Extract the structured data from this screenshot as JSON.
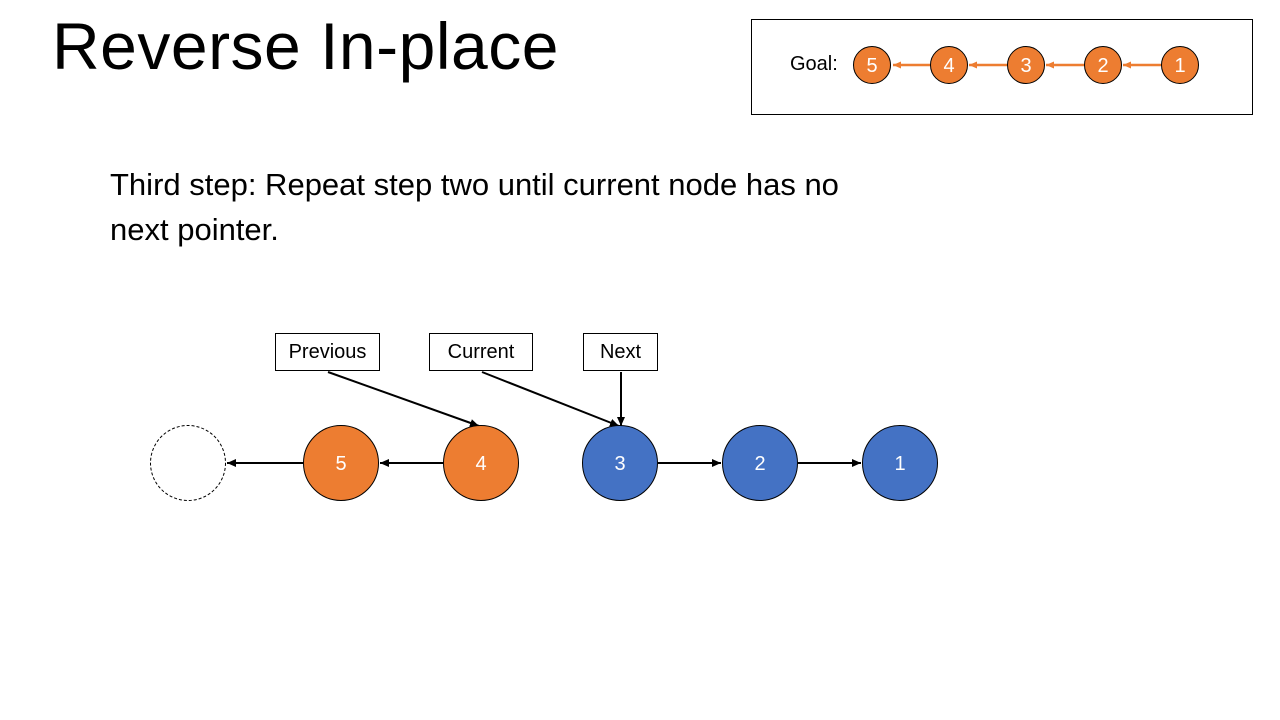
{
  "slide": {
    "title": "Reverse In-place",
    "body": "Third step: Repeat step two until current node has no next pointer."
  },
  "goal": {
    "label": "Goal:",
    "nodes": [
      "5",
      "4",
      "3",
      "2",
      "1"
    ]
  },
  "pointers": {
    "previous": "Previous",
    "current": "Current",
    "next": "Next"
  },
  "list": {
    "nodes": [
      {
        "label": "",
        "state": "null"
      },
      {
        "label": "5",
        "state": "reversed"
      },
      {
        "label": "4",
        "state": "reversed"
      },
      {
        "label": "3",
        "state": "pending"
      },
      {
        "label": "2",
        "state": "pending"
      },
      {
        "label": "1",
        "state": "pending"
      }
    ]
  },
  "colors": {
    "reversed": "#ED7D31",
    "pending": "#4472C4",
    "arrow_goal": "#ED7D31",
    "arrow_main": "#000000"
  }
}
